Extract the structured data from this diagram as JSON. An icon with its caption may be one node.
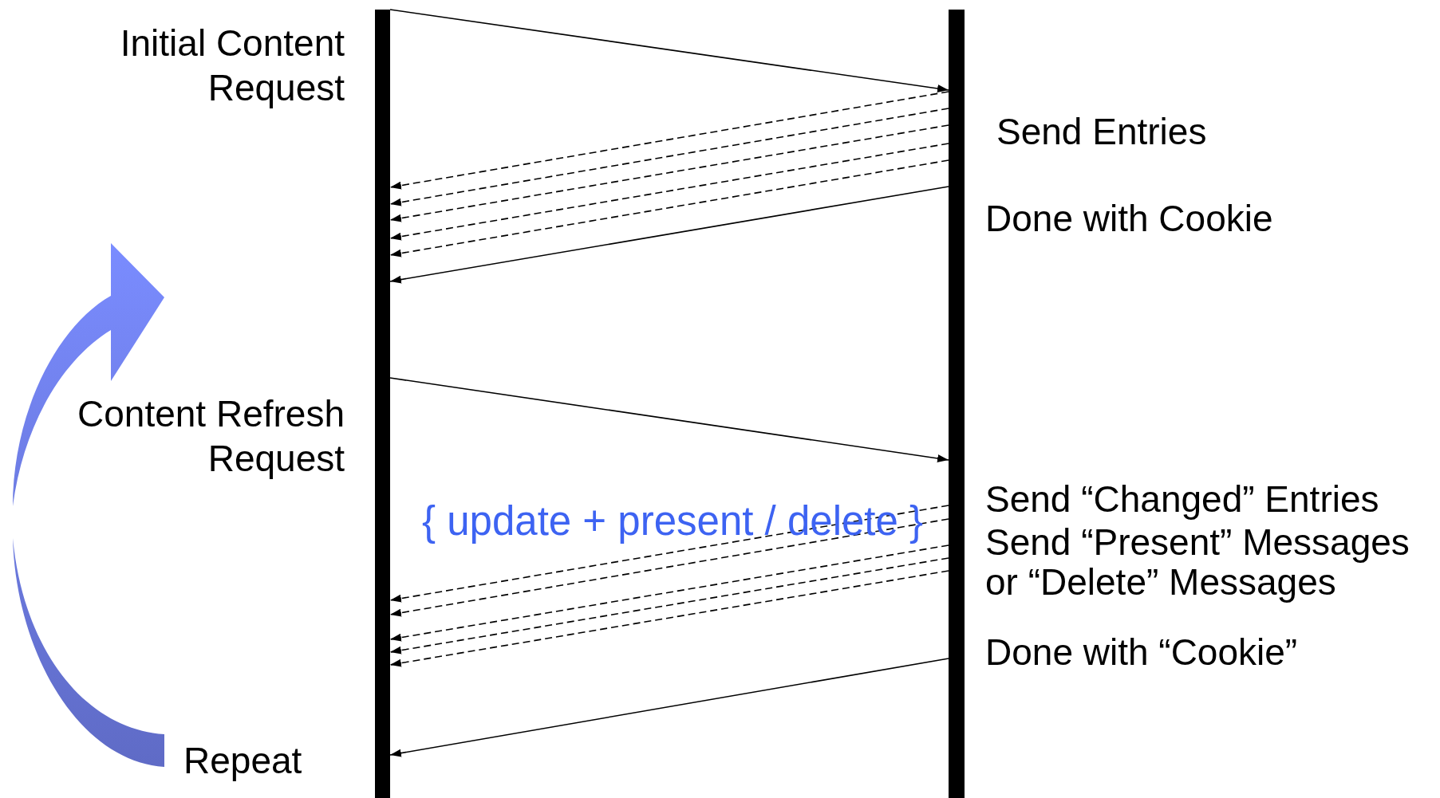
{
  "diagram": {
    "nodes": [
      {
        "text": [],
        "shape": "bar"
      },
      {
        "text": [],
        "shape": "bar"
      }
    ],
    "edges": [
      {
        "from": 0,
        "to": 1,
        "arrow": "to"
      },
      {
        "from": 1,
        "to": 0,
        "arrow": "to",
        "style": "dashed"
      },
      {
        "from": 1,
        "to": 0,
        "arrow": "to",
        "style": "dashed"
      },
      {
        "from": 1,
        "to": 0,
        "arrow": "to",
        "style": "dashed"
      },
      {
        "from": 1,
        "to": 0,
        "arrow": "to",
        "style": "dashed"
      },
      {
        "from": 1,
        "to": 0,
        "arrow": "to",
        "style": "dashed"
      },
      {
        "from": 1,
        "to": 0,
        "arrow": "to"
      },
      {
        "from": 0,
        "to": 1,
        "arrow": "to"
      },
      {
        "from": 1,
        "to": 0,
        "arrow": "to",
        "style": "dashed"
      },
      {
        "from": 1,
        "to": 0,
        "arrow": "to",
        "style": "dashed"
      },
      {
        "from": 1,
        "to": 0,
        "arrow": "to",
        "style": "dashed"
      },
      {
        "from": 1,
        "to": 0,
        "arrow": "to",
        "style": "dashed"
      },
      {
        "from": 1,
        "to": 0,
        "arrow": "to",
        "style": "dashed"
      },
      {
        "from": 1,
        "to": 0,
        "arrow": "to"
      }
    ],
    "labels": [
      "Initial Content Request",
      "Send Entries",
      "Done with Cookie",
      "Content Refresh Request",
      "{ update + present / delete }",
      "Send “Changed” Entries",
      "Send “Present” Messages",
      "or “Delete” Messages",
      "Done with “Cookie”",
      "Repeat"
    ]
  }
}
